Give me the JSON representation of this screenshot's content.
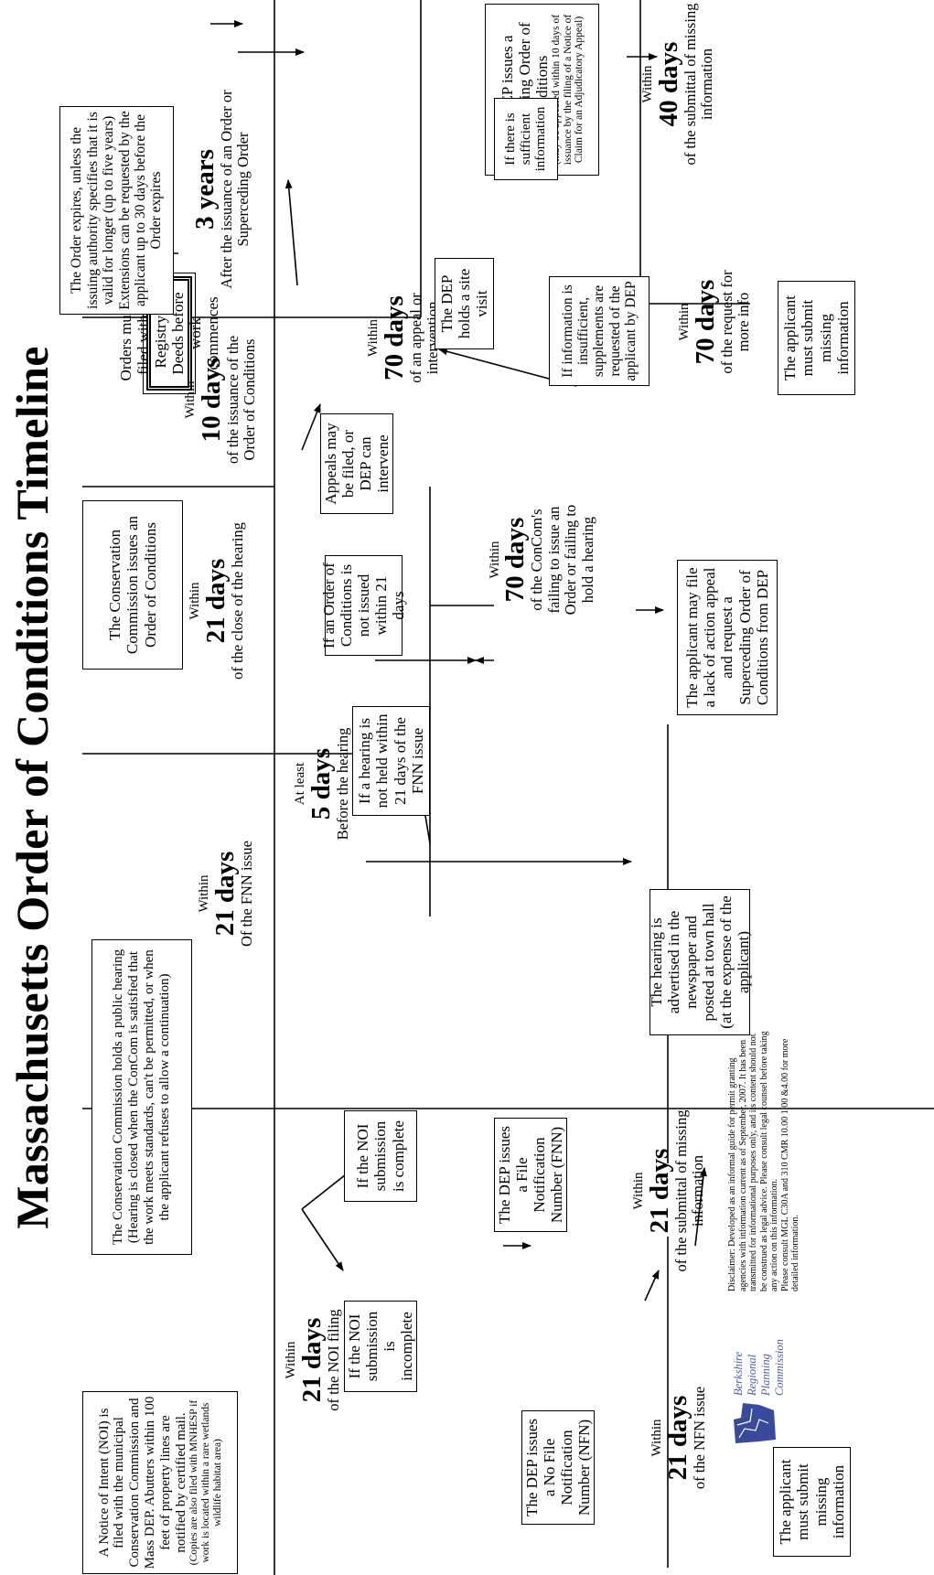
{
  "title": "Massachusetts Order of Conditions Timeline",
  "boxes": {
    "noi_filed": "A Notice of Intent (NOI) is filed with the municipal Conservation Commission and Mass DEP.  Abutters within 100 feet of property lines are notified by certified mail.",
    "noi_filed_note": "(Copies are also filed with MNHESP if work is located within a rare wetlands wildlife habitat area)",
    "public_hearing": "The Conservation Commission holds a public hearing\n(Hearing is closed when the ConCom is satisfied that the work meets standards, can't be permitted, or when the applicant refuses to allow a continuation)",
    "concom_issues": "The Conservation Commission issues an Order of Conditions",
    "registry": "Orders must be filed with the Registry of Deeds before work commences",
    "order_expires": "The Order expires, unless the issuing authority specifies that it is valid for longer (up to five years)\nExtensions can be requested by the applicant up to 30 days before the Order expires",
    "dep_superseding": "The DEP issues a Superceding Order of Conditions",
    "dep_superseding_note": "(may be appealed within 10 days of issuance by the filing of a Notice of Claim for an Adjudicatory Appeal)",
    "noi_incomplete": "If the NOI submission is incomplete",
    "noi_complete": "If the NOI submission is complete",
    "dep_nfn": "The DEP issues a No File Notification Number (NFN)",
    "dep_fnn": "The DEP issues a File Notification Number (FNN)",
    "applicant_submit_1": "The applicant must submit missing information",
    "hearing_advertised": "The hearing is advertised in the newspaper and posted at town hall (at the expense of the applicant)",
    "hearing_not_held": "If a hearing is not held within 21 days of the FNN issue",
    "order_not_issued": "If an Order of Conditions is not issued within 21 days",
    "lack_of_action": "The applicant may file a lack of action appeal and request a Superceding Order of Conditions from DEP",
    "appeals_filed": "Appeals may be filed, or DEP can intervene",
    "dep_site_visit": "The DEP holds a site visit",
    "sufficient_info": "If there is sufficient information",
    "insufficient_info": "If information is insufficient, supplements are requested of the applicant by DEP",
    "applicant_submit_2": "The applicant must submit missing information"
  },
  "timings": {
    "t_noi": {
      "pre": "Within",
      "big": "21 days",
      "sub": "of the NOI filing"
    },
    "t_fnn": {
      "pre": "Within",
      "big": "21 days",
      "sub": "Of the FNN issue"
    },
    "t_close": {
      "pre": "Within",
      "big": "21 days",
      "sub": "of the close of the hearing"
    },
    "t_issuance": {
      "pre": "Within",
      "big": "10 days",
      "sub": "of the issuance of the Order of Conditions"
    },
    "t_3years": {
      "pre": "",
      "big": "3 years",
      "sub": "After the issuance of an Order or Superceding Order"
    },
    "t_5days": {
      "pre": "At least",
      "big": "5 days",
      "sub": "Before the hearing"
    },
    "t_70_concom": {
      "pre": "Within",
      "big": "70 days",
      "sub": "of the ConCom's failing to issue an Order or failing to hold a hearing"
    },
    "t_70_appeal": {
      "pre": "Within",
      "big": "70 days",
      "sub": "of an appeal or intervention"
    },
    "t_nfn": {
      "pre": "Within",
      "big": "21 days",
      "sub": "of the NFN issue"
    },
    "t_missing": {
      "pre": "Within",
      "big": "21 days",
      "sub": "of the submittal of missing information"
    },
    "t_70_request": {
      "pre": "Within",
      "big": "70 days",
      "sub": "of the request for more info"
    },
    "t_40": {
      "pre": "Within",
      "big": "40 days",
      "sub": "of the submittal of missing information"
    }
  },
  "logo": {
    "lines": [
      "Berkshire",
      "Regional",
      "Planning",
      "Commission"
    ],
    "color": "#4a5aa8"
  },
  "disclaimer": "Disclaimer: Developed as an informal guide for permit granting agencies with information current as of September, 2007.  It has been transmitted for informational purposes only, and its content should not be construed as legal advice. Please consult legal counsel before taking any action on this information.\nPlease consult MGL C30A and 310 CMR 10.00 1.00 &4.00 for more detailed information."
}
